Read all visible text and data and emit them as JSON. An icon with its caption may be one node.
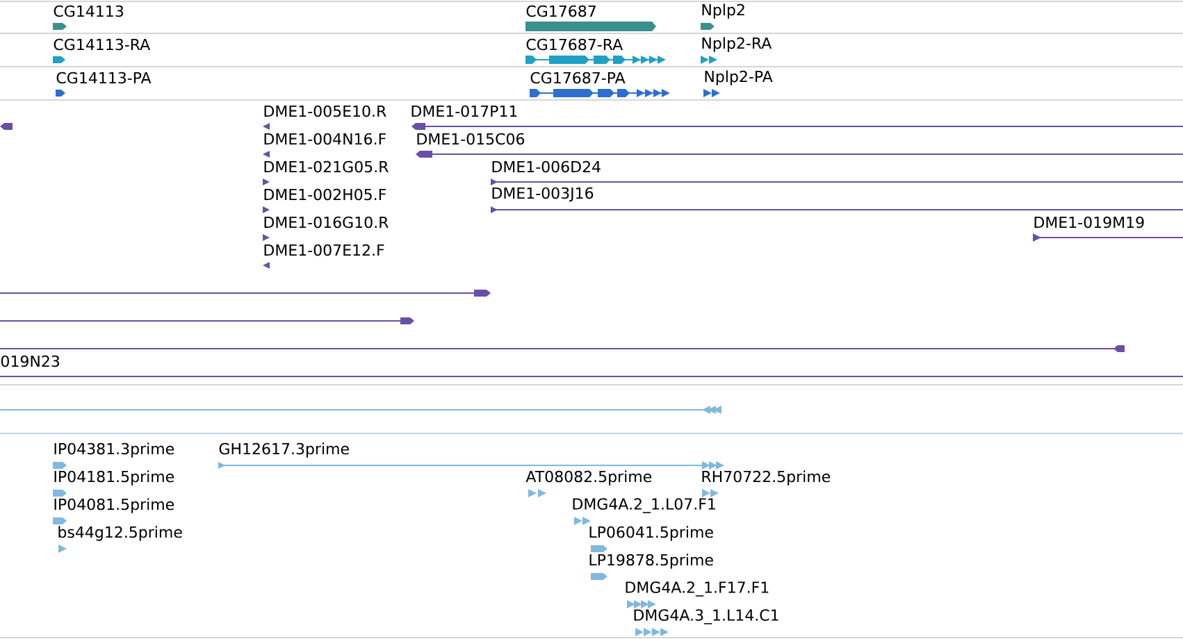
{
  "diagram": {
    "labels": [
      "CG14113",
      "CG17687",
      "Nplp2",
      "CG14113-RA",
      "CG17687-RA",
      "Nplp2-RA",
      "CG14113-PA",
      "CG17687-PA",
      "Nplp2-PA",
      "DME1-005E10.R",
      "DME1-017P11",
      "DME1-004N16.F",
      "DME1-015C06",
      "DME1-021G05.R",
      "DME1-006D24",
      "DME1-002H05.F",
      "DME1-003J16",
      "DME1-016G10.R",
      "DME1-019M19",
      "DME1-007E12.F",
      "019N23",
      "IP04381.3prime",
      "GH12617.3prime",
      "IP04181.5prime",
      "AT08082.5prime",
      "RH70722.5prime",
      "IP04081.5prime",
      "DMG4A.2_1.L07.F1",
      "bs44g12.5prime",
      "LP06041.5prime",
      "LP19878.5prime",
      "DMG4A.2_1.F17.F1",
      "DMG4A.3_1.L14.C1"
    ]
  }
}
